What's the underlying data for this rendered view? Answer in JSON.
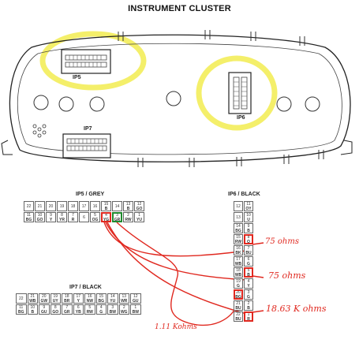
{
  "title": "INSTRUMENT CLUSTER",
  "cluster_labels": {
    "ip5": "IP5",
    "ip6": "IP6",
    "ip7": "IP7"
  },
  "ip5": {
    "title": "IP5 / GREY",
    "top": [
      "22",
      "21",
      "20",
      "19",
      "18",
      "17",
      "16",
      "15",
      "14",
      "13",
      "12"
    ],
    "top_wire": [
      "",
      "",
      "",
      "",
      "",
      "",
      "",
      "B",
      "",
      "B",
      "GO"
    ],
    "bottom": [
      "11",
      "10",
      "9",
      "8",
      "7",
      "6",
      "5",
      "4",
      "3",
      "2",
      "1"
    ],
    "bottom_wire": [
      "BG",
      "GO",
      "Y",
      "YR",
      "R",
      "",
      "OG",
      "YG",
      "GR",
      "RW",
      "YU"
    ]
  },
  "ip6": {
    "title": "IP6 / BLACK",
    "rows": [
      [
        "12",
        ""
      ],
      [
        "11",
        "OY"
      ],
      [
        "13",
        ""
      ],
      [
        "10",
        "U"
      ],
      [
        "14",
        "BG"
      ],
      [
        "9",
        "B"
      ],
      [
        "15",
        "RW"
      ],
      [
        "8",
        "O"
      ],
      [
        "16",
        "BK"
      ],
      [
        "7",
        "BU"
      ],
      [
        "17",
        "WB"
      ],
      [
        "6",
        "G"
      ],
      [
        "18",
        "WB"
      ],
      [
        "5",
        "B"
      ],
      [
        "19",
        "G"
      ],
      [
        "4",
        "Y"
      ],
      [
        "20",
        "BG"
      ],
      [
        "3",
        "G"
      ],
      [
        "21",
        "BU"
      ],
      [
        "2",
        "B"
      ],
      [
        "22",
        "BU"
      ],
      [
        "1",
        "R"
      ]
    ]
  },
  "ip7": {
    "title": "IP7 / BLACK",
    "top": [
      "22",
      "21",
      "20",
      "19",
      "18",
      "17",
      "16",
      "15",
      "14",
      "13",
      "12"
    ],
    "top_wire": [
      "",
      "WB",
      "GW",
      "UY",
      "BR",
      "Y",
      "NW",
      "BG",
      "YU",
      "WR",
      "GU"
    ],
    "bottom": [
      "11",
      "10",
      "9",
      "8",
      "7",
      "6",
      "5",
      "4",
      "3",
      "2",
      "1"
    ],
    "bottom_wire": [
      "BG",
      "B",
      "GU",
      "GO",
      "GR",
      "YB",
      "RW",
      "G",
      "BW",
      "WG",
      "BW"
    ]
  },
  "annotations": {
    "note1": "75 ohms",
    "note2": "75 ohms",
    "note3": "18.63 K ohms",
    "note4": "1.11 Kohms"
  },
  "colors": {
    "highlight": "#f4ef6a",
    "annotation": "#e0281f",
    "green_mark": "#1f8a2e"
  }
}
